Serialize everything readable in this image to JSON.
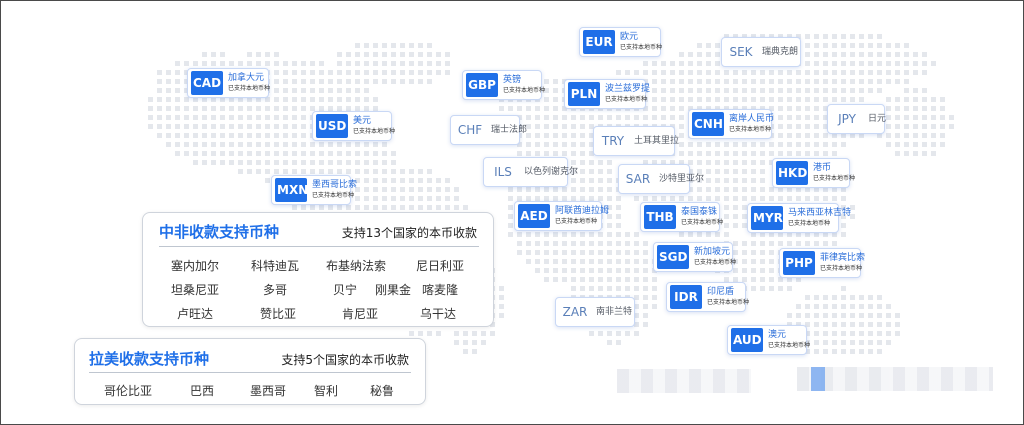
{
  "status_label": "已支持本地币种",
  "currencies": [
    {
      "code": "EUR",
      "name": "欧元",
      "supported": true
    },
    {
      "code": "SEK",
      "name": "瑞典克朗",
      "supported": false
    },
    {
      "code": "CAD",
      "name": "加拿大元",
      "supported": true
    },
    {
      "code": "GBP",
      "name": "英镑",
      "supported": true
    },
    {
      "code": "PLN",
      "name": "波兰兹罗提",
      "supported": true
    },
    {
      "code": "JPY",
      "name": "日元",
      "supported": false
    },
    {
      "code": "USD",
      "name": "美元",
      "supported": true
    },
    {
      "code": "CHF",
      "name": "瑞士法郎",
      "supported": false
    },
    {
      "code": "CNH",
      "name": "离岸人民币",
      "supported": true
    },
    {
      "code": "TRY",
      "name": "土耳其里拉",
      "supported": false
    },
    {
      "code": "ILS",
      "name": "以色列谢克尔",
      "supported": false
    },
    {
      "code": "HKD",
      "name": "港币",
      "supported": true
    },
    {
      "code": "SAR",
      "name": "沙特里亚尔",
      "supported": false
    },
    {
      "code": "MXN",
      "name": "墨西哥比索",
      "supported": true
    },
    {
      "code": "AED",
      "name": "阿联酋迪拉姆",
      "supported": true
    },
    {
      "code": "THB",
      "name": "泰国泰铢",
      "supported": true
    },
    {
      "code": "MYR",
      "name": "马来西亚林吉特",
      "supported": true
    },
    {
      "code": "SGD",
      "name": "新加坡元",
      "supported": true
    },
    {
      "code": "PHP",
      "name": "菲律宾比索",
      "supported": true
    },
    {
      "code": "IDR",
      "name": "印尼盾",
      "supported": true
    },
    {
      "code": "ZAR",
      "name": "南非兰特",
      "supported": false
    },
    {
      "code": "AUD",
      "name": "澳元",
      "supported": true
    }
  ],
  "africa_panel": {
    "title": "中非收款支持币种",
    "subtitle": "支持13个国家的本币收款",
    "countries": [
      "塞内加尔",
      "科特迪瓦",
      "布基纳法索",
      "尼日利亚",
      "坦桑尼亚",
      "多哥",
      "贝宁",
      "刚果金",
      "喀麦隆",
      "卢旺达",
      "赞比亚",
      "肯尼亚",
      "乌干达"
    ]
  },
  "latam_panel": {
    "title": "拉美收款支持币种",
    "subtitle": "支持5个国家的本币收款",
    "countries": [
      "哥伦比亚",
      "巴西",
      "墨西哥",
      "智利",
      "秘鲁"
    ]
  },
  "colors": {
    "accent": "#1f6fe8",
    "dot": "#e4e7ec",
    "panel_border": "#cfd4dc"
  }
}
